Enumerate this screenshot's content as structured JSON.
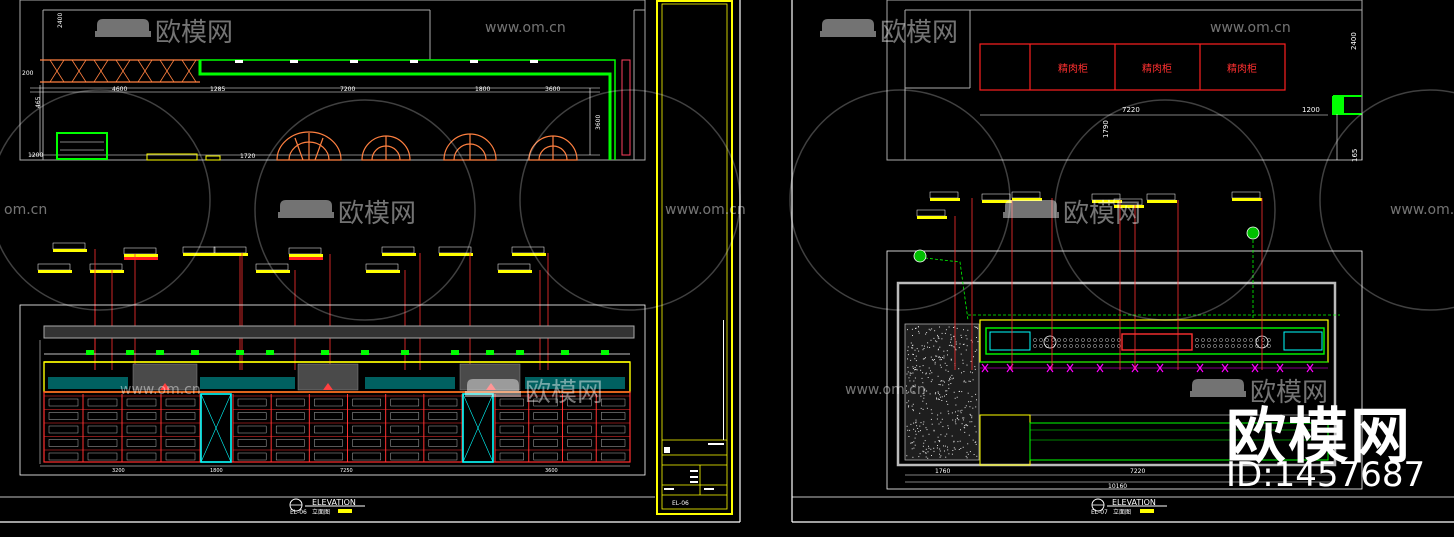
{
  "drawing": {
    "left_elevation": {
      "label": "ELEVATION",
      "code": "EL-06",
      "scale": "立面图",
      "dims_plan": [
        "4600",
        "1285",
        "7200",
        "1800",
        "3600"
      ],
      "dims_bottom": [
        "3200",
        "1800",
        "7250",
        "3600"
      ],
      "dim_side": [
        "2400",
        "200",
        "465",
        "1200",
        "3600"
      ]
    },
    "right_elevation": {
      "label": "ELEVATION",
      "code": "EL-07",
      "scale": "立面图",
      "cabinet_labels": [
        "精肉柜",
        "精肉柜",
        "精肉柜"
      ],
      "dims_top": [
        "7220",
        "1200"
      ],
      "dims_bottom": [
        "1760",
        "7220",
        "10160"
      ],
      "dim_side": [
        "2400",
        "1790",
        "165"
      ]
    },
    "title_block": {
      "sheet_no": "EL-06"
    }
  },
  "watermark": {
    "brand": "欧模网",
    "site": "www.om.cn",
    "site_partial": "om.cn",
    "id_label": "ID:1457687"
  },
  "colors": {
    "frame": "#ffffff",
    "title_block": "#ffff00",
    "leader": "#ff0000",
    "green": "#00ff00",
    "cyan": "#00ffff",
    "magenta": "#ff00ff",
    "orange": "#ff8040"
  }
}
